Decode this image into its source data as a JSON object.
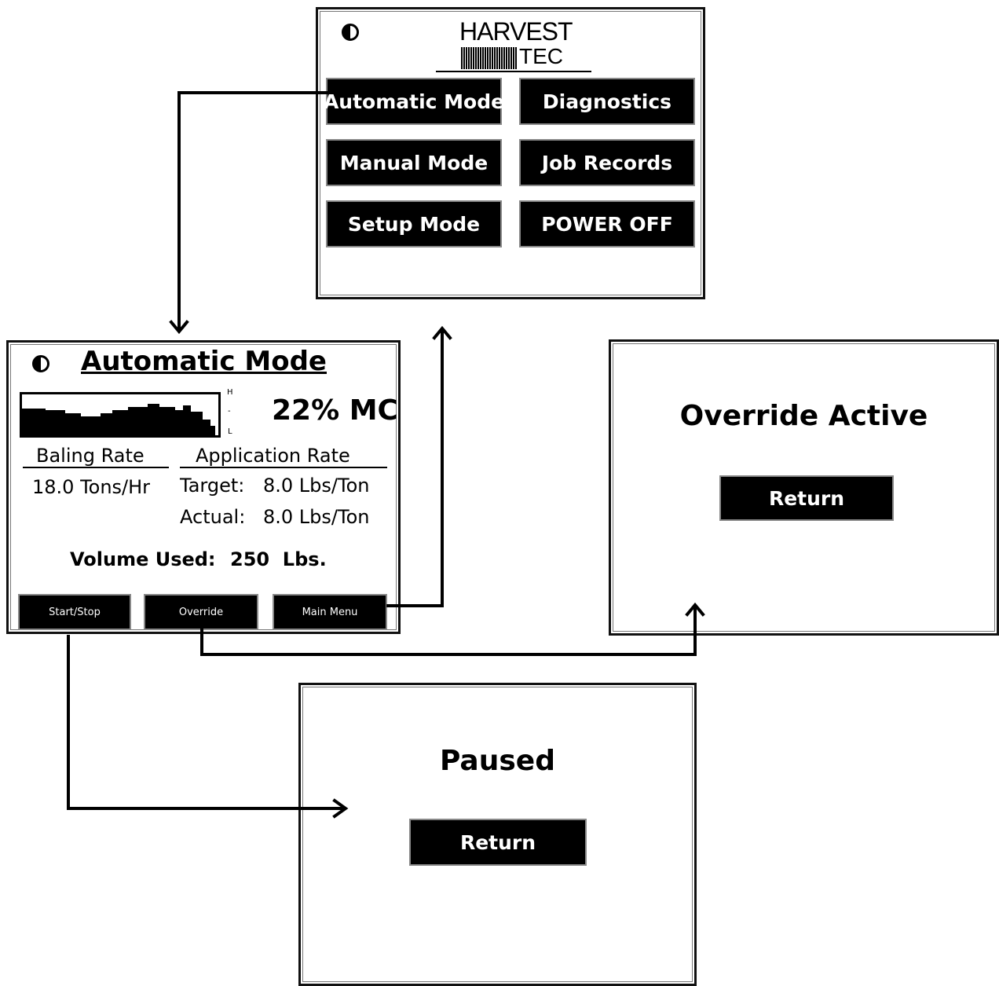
{
  "main_menu": {
    "logo_top": "HARVEST",
    "logo_bottom": "TEC",
    "buttons": {
      "automatic_mode": "Automatic Mode",
      "diagnostics": "Diagnostics",
      "manual_mode": "Manual Mode",
      "job_records": "Job Records",
      "setup_mode": "Setup Mode",
      "power_off": "POWER OFF"
    }
  },
  "auto_mode": {
    "title": "Automatic Mode",
    "moisture": "22% MC",
    "gauge_labels": {
      "high": "H",
      "mid": "-",
      "low": "L"
    },
    "baling_rate_header": "Baling Rate",
    "baling_rate_value": "18.0 Tons/Hr",
    "application_rate_header": "Application Rate",
    "target_label": "Target:",
    "target_value": "8.0 Lbs/Ton",
    "actual_label": "Actual:",
    "actual_value": "8.0 Lbs/Ton",
    "volume_label": "Volume Used:",
    "volume_value": "250  Lbs.",
    "softkeys": {
      "start_stop": "Start/Stop",
      "override": "Override",
      "main_menu": "Main Menu"
    }
  },
  "override_screen": {
    "title": "Override Active",
    "return_label": "Return"
  },
  "paused_screen": {
    "title": "Paused",
    "return_label": "Return"
  }
}
